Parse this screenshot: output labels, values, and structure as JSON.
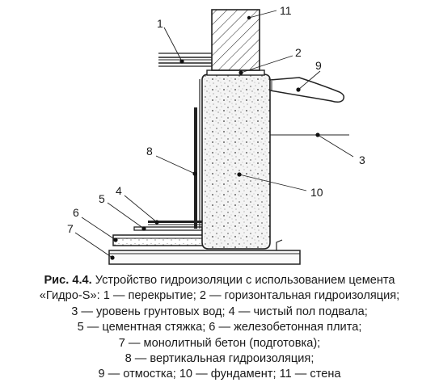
{
  "figure": {
    "labels": {
      "l1": "1",
      "l2": "2",
      "l3": "3",
      "l4": "4",
      "l5": "5",
      "l6": "6",
      "l7": "7",
      "l8": "8",
      "l9": "9",
      "l10": "10",
      "l11": "11"
    }
  },
  "caption": {
    "prefix": "Рис. 4.4.",
    "line1": " Устройство гидроизоляции с использованием цемента",
    "line2": "«Гидро-S»: 1 — перекрытие; 2 — горизонтальная гидроизоляция;",
    "line3": "3 — уровень грунтовых вод; 4 — чистый пол подвала;",
    "line4": "5 — цементная стяжка; 6 — железобетонная плита;",
    "line5": "7 — монолитный бетон (подготовка);",
    "line6": "8 — вертикальная гидроизоляция;",
    "line7": "9 — отмостка; 10 — фундамент; 11 — стена"
  }
}
